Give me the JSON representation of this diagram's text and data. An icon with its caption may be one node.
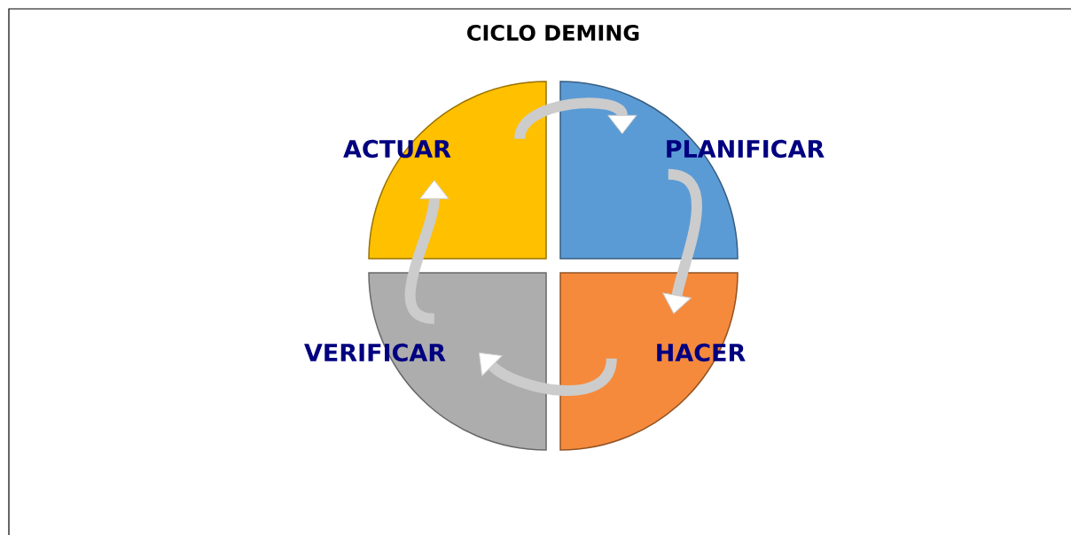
{
  "diagram": {
    "title": "CICLO DEMING",
    "nodes": [
      {
        "text": [
          "ACTUAR"
        ]
      },
      {
        "text": [
          "PLANIFICAR"
        ]
      },
      {
        "text": [
          "VERIFICAR"
        ]
      },
      {
        "text": [
          "HACER"
        ]
      }
    ],
    "edges": [
      {
        "from": 0,
        "to": 1,
        "arrow": "to"
      },
      {
        "from": 1,
        "to": 3,
        "arrow": "to"
      },
      {
        "from": 3,
        "to": 2,
        "arrow": "to"
      },
      {
        "from": 2,
        "to": 0,
        "arrow": "to"
      }
    ]
  }
}
